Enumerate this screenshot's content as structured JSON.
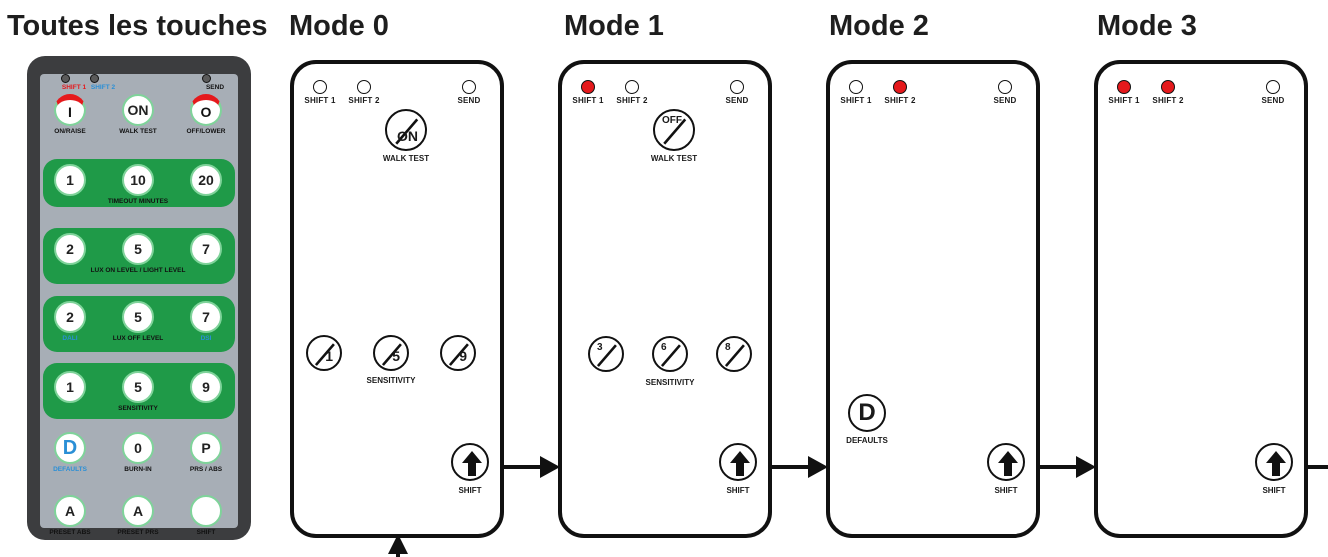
{
  "headings": {
    "all": "Toutes les touches",
    "mode0": "Mode 0",
    "mode1": "Mode 1",
    "mode2": "Mode 2",
    "mode3": "Mode 3"
  },
  "indicators": {
    "shift1": "SHIFT 1",
    "shift2": "SHIFT 2",
    "send": "SEND"
  },
  "buttons": {
    "walk_test": "WALK TEST",
    "sensitivity": "SENSITIVITY",
    "defaults": "DEFAULTS",
    "shift": "SHIFT",
    "on": "ON",
    "off": "OFF",
    "one": "1",
    "five": "5",
    "nine": "9",
    "three": "3",
    "six": "6",
    "eight": "8",
    "d": "D"
  },
  "modes": [
    {
      "shift1": false,
      "shift2": false
    },
    {
      "shift1": true,
      "shift2": false
    },
    {
      "shift1": false,
      "shift2": true
    },
    {
      "shift1": true,
      "shift2": true
    }
  ],
  "remote": {
    "leds": [
      "SHIFT 1",
      "SHIFT 2",
      "SEND"
    ],
    "keys": [
      {
        "t": "I",
        "l": "ON/RAISE"
      },
      {
        "t": "ON",
        "l": "WALK TEST"
      },
      {
        "t": "O",
        "l": "OFF/LOWER"
      },
      {
        "t": "1",
        "l": ""
      },
      {
        "t": "10",
        "l": "TIMEOUT MINUTES"
      },
      {
        "t": "20",
        "l": ""
      },
      {
        "t": "2",
        "l": ""
      },
      {
        "t": "5",
        "l": "LUX ON LEVEL / LIGHT LEVEL"
      },
      {
        "t": "7",
        "l": ""
      },
      {
        "t": "2",
        "l": "DALI"
      },
      {
        "t": "5",
        "l": "LUX OFF LEVEL"
      },
      {
        "t": "7",
        "l": "DSI"
      },
      {
        "t": "1",
        "l": ""
      },
      {
        "t": "5",
        "l": "SENSITIVITY"
      },
      {
        "t": "9",
        "l": ""
      },
      {
        "t": "D",
        "l": "DEFAULTS"
      },
      {
        "t": "0",
        "l": "BURN-IN"
      },
      {
        "t": "P",
        "l": "PRS / ABS"
      },
      {
        "t": "A",
        "l": "PRESET ABS"
      },
      {
        "t": "A",
        "l": "PRESET PRS"
      },
      {
        "t": "",
        "l": "SHIFT"
      }
    ]
  },
  "colors": {
    "active_led": "#e5191c",
    "remote_green": "#1f9a48",
    "remote_face": "#a7aeb6"
  }
}
